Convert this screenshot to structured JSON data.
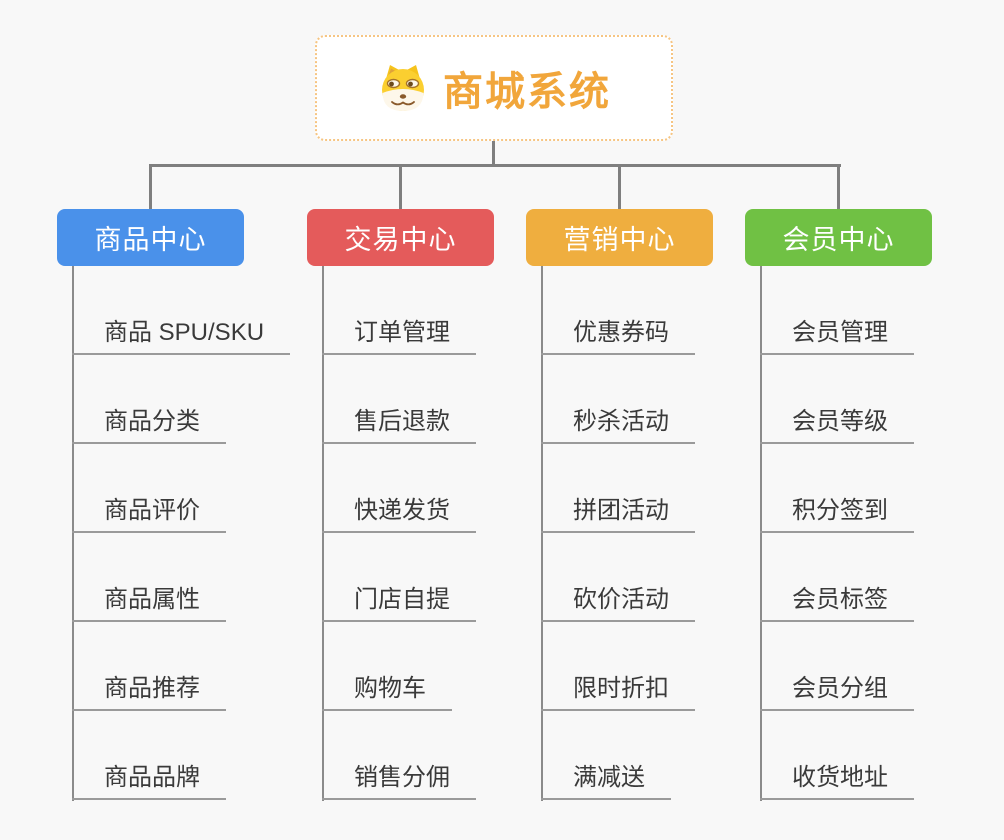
{
  "root": {
    "title": "商城系统",
    "icon": "doge-face-icon"
  },
  "branches": [
    {
      "label": "商品中心",
      "color": "#4a91ea",
      "items": [
        "商品 SPU/SKU",
        "商品分类",
        "商品评价",
        "商品属性",
        "商品推荐",
        "商品品牌"
      ]
    },
    {
      "label": "交易中心",
      "color": "#e45b5b",
      "items": [
        "订单管理",
        "售后退款",
        "快递发货",
        "门店自提",
        "购物车",
        "销售分佣"
      ]
    },
    {
      "label": "营销中心",
      "color": "#efae3f",
      "items": [
        "优惠券码",
        "秒杀活动",
        "拼团活动",
        "砍价活动",
        "限时折扣",
        "满减送"
      ]
    },
    {
      "label": "会员中心",
      "color": "#70c144",
      "items": [
        "会员管理",
        "会员等级",
        "积分签到",
        "会员标签",
        "会员分组",
        "收货地址"
      ]
    }
  ],
  "colors": {
    "background": "#f8f8f8",
    "root_accent": "#f1a63b",
    "root_border": "#f6c583",
    "connector": "#7f7f7f",
    "underline": "#9a9a9a",
    "item_text": "#3a3a3a"
  }
}
